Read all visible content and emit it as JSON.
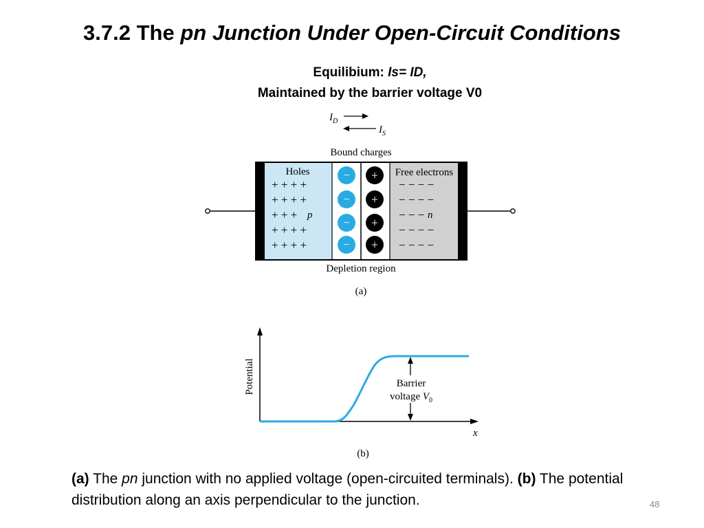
{
  "slide": {
    "title_prefix": "3.7.2 The ",
    "title_italic": "pn Junction Under Open-Circuit Conditions",
    "sub1_bold": "Equilibium: ",
    "sub1_italic": "Is= ID,",
    "sub2": "Maintained by the barrier voltage V0",
    "caption_a": "(a)",
    "caption_the": " The ",
    "caption_pn": "pn",
    "caption_mid": " junction with no applied voltage (open-circuited terminals). ",
    "caption_b": "(b)",
    "caption_end": " The potential distribution along an axis perpendicular to the junction.",
    "page_number": "48"
  },
  "figure_a": {
    "id_label": "I",
    "id_sub": "D",
    "is_label": "I",
    "is_sub": "S",
    "bound_charges": "Bound charges",
    "holes": "Holes",
    "free_electrons": "Free electrons",
    "p_label": "p",
    "n_label": "n",
    "depletion_region": "Depletion region",
    "caption": "(a)",
    "plus": "+",
    "minus": "−",
    "p_rows": [
      "+ + + +",
      "+ + + +",
      "+  + +",
      "+ + + +",
      "+ + + +"
    ],
    "n_rows": [
      "− − − −",
      "− − − −",
      "− −   −",
      "− − − −",
      "− − − −"
    ],
    "colors": {
      "p_fill": "#cbe6f4",
      "n_fill": "#d0d0d0",
      "neg_ion": "#29abe2",
      "pos_ion": "#000000"
    }
  },
  "figure_b": {
    "y_label": "Potential",
    "barrier_line1": "Barrier",
    "barrier_line2": "voltage ",
    "barrier_v": "V",
    "barrier_v_sub": "0",
    "x_label": "x",
    "caption": "(b)",
    "curve_color": "#29abe2"
  }
}
